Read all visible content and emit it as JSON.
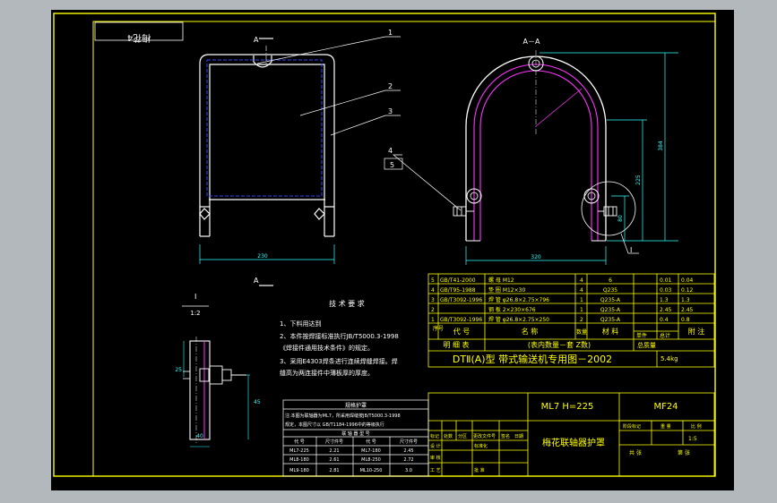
{
  "drawing_title": "DTⅡ(A)型  带式输送机专用图－2002",
  "part_name": "梅花联轴器护罩",
  "part_code": "ML7  H=225",
  "drawing_number": "MF24",
  "weight_total": "5.4kg",
  "weight_label": "总质量",
  "scale_label": "比 例",
  "scale": "1:5",
  "corner_label": "梅花4",
  "section_label": "A－A",
  "view_labels": {
    "a_top": "A",
    "a_bottom": "A",
    "detail": "I",
    "detail_bottom": "I",
    "detail_scale": "1:2"
  },
  "callouts": [
    "1",
    "2",
    "3",
    "4",
    "5"
  ],
  "dimensions": {
    "front_width": "230",
    "section_width": "320",
    "height_total": "384",
    "height_mid": "225",
    "height_low": "80",
    "detail_a": "25",
    "detail_b": "45",
    "detail_c": "40"
  },
  "tech_title": "技 术 要 求",
  "tech_notes": [
    "1、下料用达到",
    "2、本件按焊接标准执行JB/T5000.3-1998",
    "  《焊接件通用技术条件》的规定。",
    "3、采用E4303焊条进行连续焊缝焊接。焊",
    "  缝高为两连接件中薄板厚的厚度。"
  ],
  "parts_table": {
    "headers": [
      "序号",
      "代  号",
      "名    称",
      "数量",
      "材    料",
      "单件",
      "总计",
      "附 注"
    ],
    "rows": [
      [
        "5",
        "GB/T41-2000",
        "螺 母 M12",
        "4",
        "6",
        "0.01",
        "0.04",
        ""
      ],
      [
        "4",
        "GB/T95-1988",
        "垫 圈 M12×30",
        "4",
        "Q235",
        "0.03",
        "0.12",
        ""
      ],
      [
        "3",
        "GB/T3092-1996",
        "焊 管 φ26.8×2.75×796",
        "1",
        "Q235-A",
        "1.3",
        "1.3",
        ""
      ],
      [
        "2",
        "",
        "钢 板 2×230×676",
        "1",
        "Q235-A",
        "2.45",
        "2.45",
        ""
      ],
      [
        "1",
        "GB/T3092-1996",
        "焊 管 φ26.8×2.75×250",
        "2",
        "Q235-A",
        "0.4",
        "0.8",
        ""
      ]
    ],
    "footer": [
      "明   细   表",
      "(表内数量－套  Z数)",
      "总质量"
    ]
  },
  "size_table": {
    "title": "规格护罩",
    "note_1": "注:本图为联轴器为ML7，所采用焊缝按JB/T5000.3-1998",
    "note_2": "规定，本图尺寸以 GB/T1184-1996中的等级执行",
    "sub": "联 轴 器 型 号",
    "headers": [
      "代 号",
      "尺寸件号",
      "代 号",
      "尺寸件号"
    ],
    "rows": [
      [
        "ML7-225",
        "2.21",
        "ML7-180",
        "2.45"
      ],
      [
        "ML8-180",
        "2.61",
        "ML8-250",
        "2.72"
      ],
      [
        "ML9-180",
        "2.81",
        "ML10-250",
        "3.0"
      ]
    ]
  },
  "title_block_labels": [
    "标记",
    "处数",
    "分区",
    "更改文件号",
    "签名",
    "日期",
    "设 计",
    "标准化",
    "审 核",
    "工 艺",
    "批 准",
    "阶段标记",
    "重 量",
    "比 例",
    "共  张",
    "第  张"
  ],
  "colors": {
    "frame": "#ffff00",
    "outline": "#ffffff",
    "section": "#ff33ff",
    "dimension": "#33ffff",
    "hidden": "#3333ff",
    "background": "#000000"
  }
}
